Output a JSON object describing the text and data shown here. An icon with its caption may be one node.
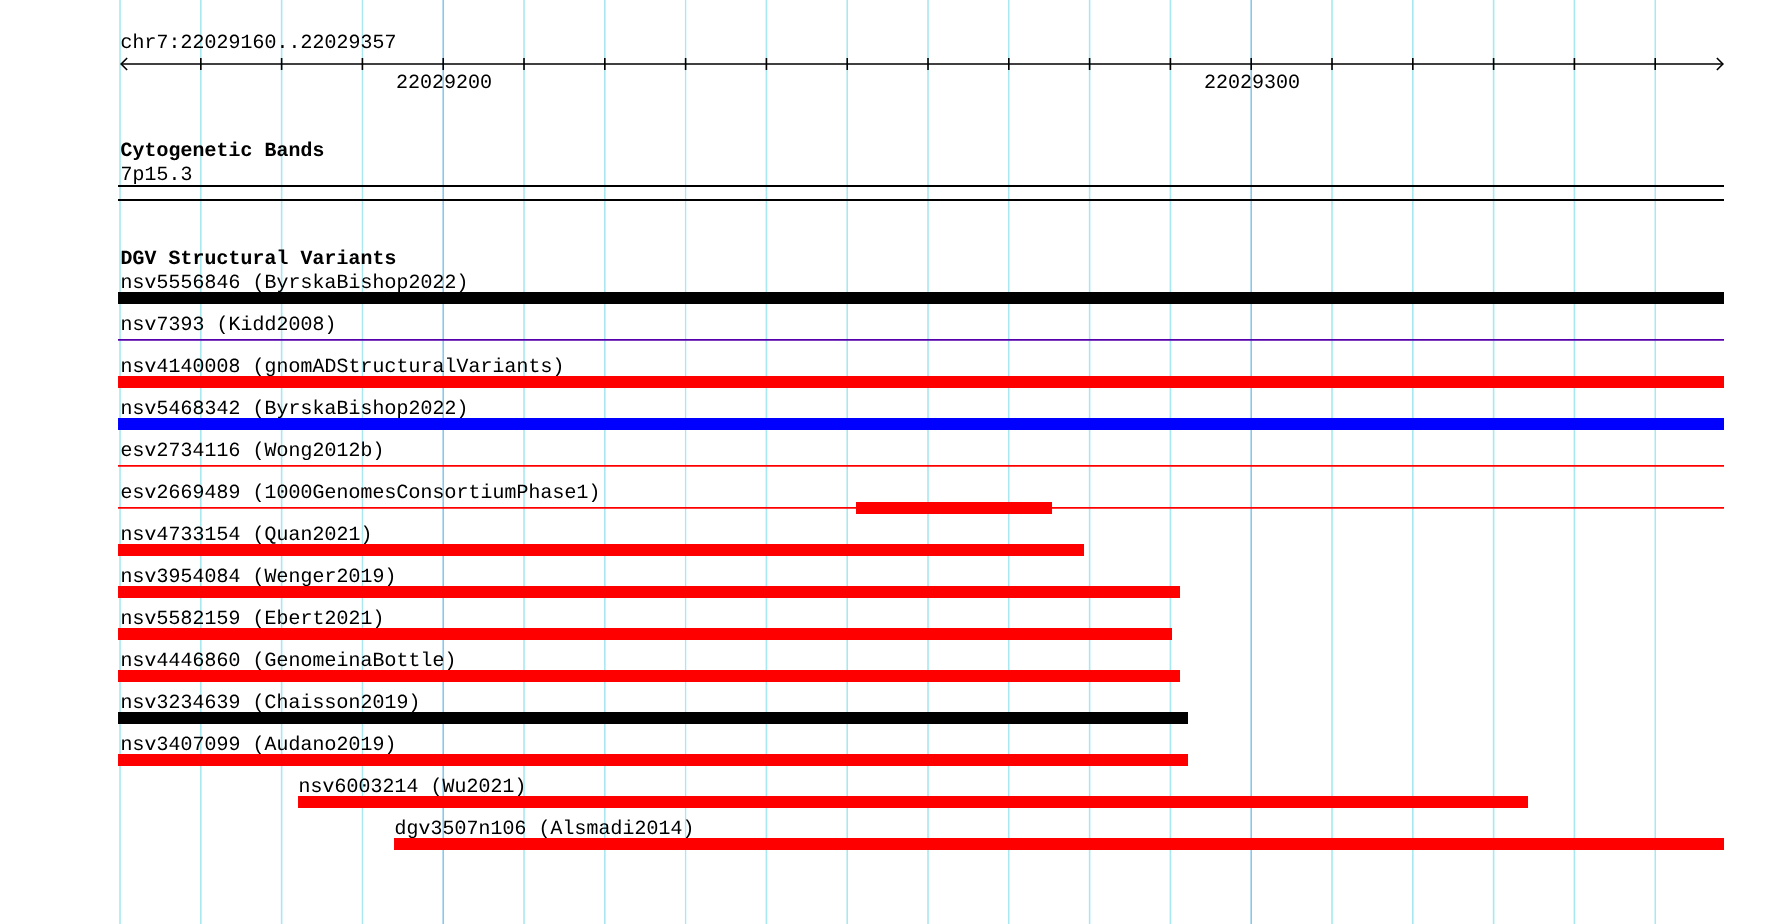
{
  "diagram": {
    "title": "chr7:22029160..22029357",
    "nodes": [
      {
        "text": [
          "7p15.3"
        ]
      },
      {
        "text": [
          "nsv5556846 (ByrskaBishop2022)"
        ]
      },
      {
        "text": [
          "nsv7393 (Kidd2008)"
        ]
      },
      {
        "text": [
          "nsv4140008 (gnomADStructuralVariants)"
        ]
      },
      {
        "text": [
          "nsv5468342 (ByrskaBishop2022)"
        ]
      },
      {
        "text": [
          "esv2734116 (Wong2012b)"
        ]
      },
      {
        "text": [
          "esv2669489 (1000GenomesConsortiumPhase1)"
        ]
      },
      {
        "text": [
          "nsv4733154 (Quan2021)"
        ]
      },
      {
        "text": [
          "nsv3954084 (Wenger2019)"
        ]
      },
      {
        "text": [
          "nsv5582159 (Ebert2021)"
        ]
      },
      {
        "text": [
          "nsv4446860 (GenomeinaBottle)"
        ]
      },
      {
        "text": [
          "nsv3234639 (Chaisson2019)"
        ]
      },
      {
        "text": [
          "nsv3407099 (Audano2019)"
        ]
      },
      {
        "text": [
          "nsv6003214 (Wu2021)"
        ]
      },
      {
        "text": [
          "dgv3507n106 (Alsmadi2014)"
        ]
      }
    ],
    "labels": [
      "22029200",
      "22029300",
      "Cytogenetic Bands",
      "DGV Structural Variants"
    ]
  }
}
